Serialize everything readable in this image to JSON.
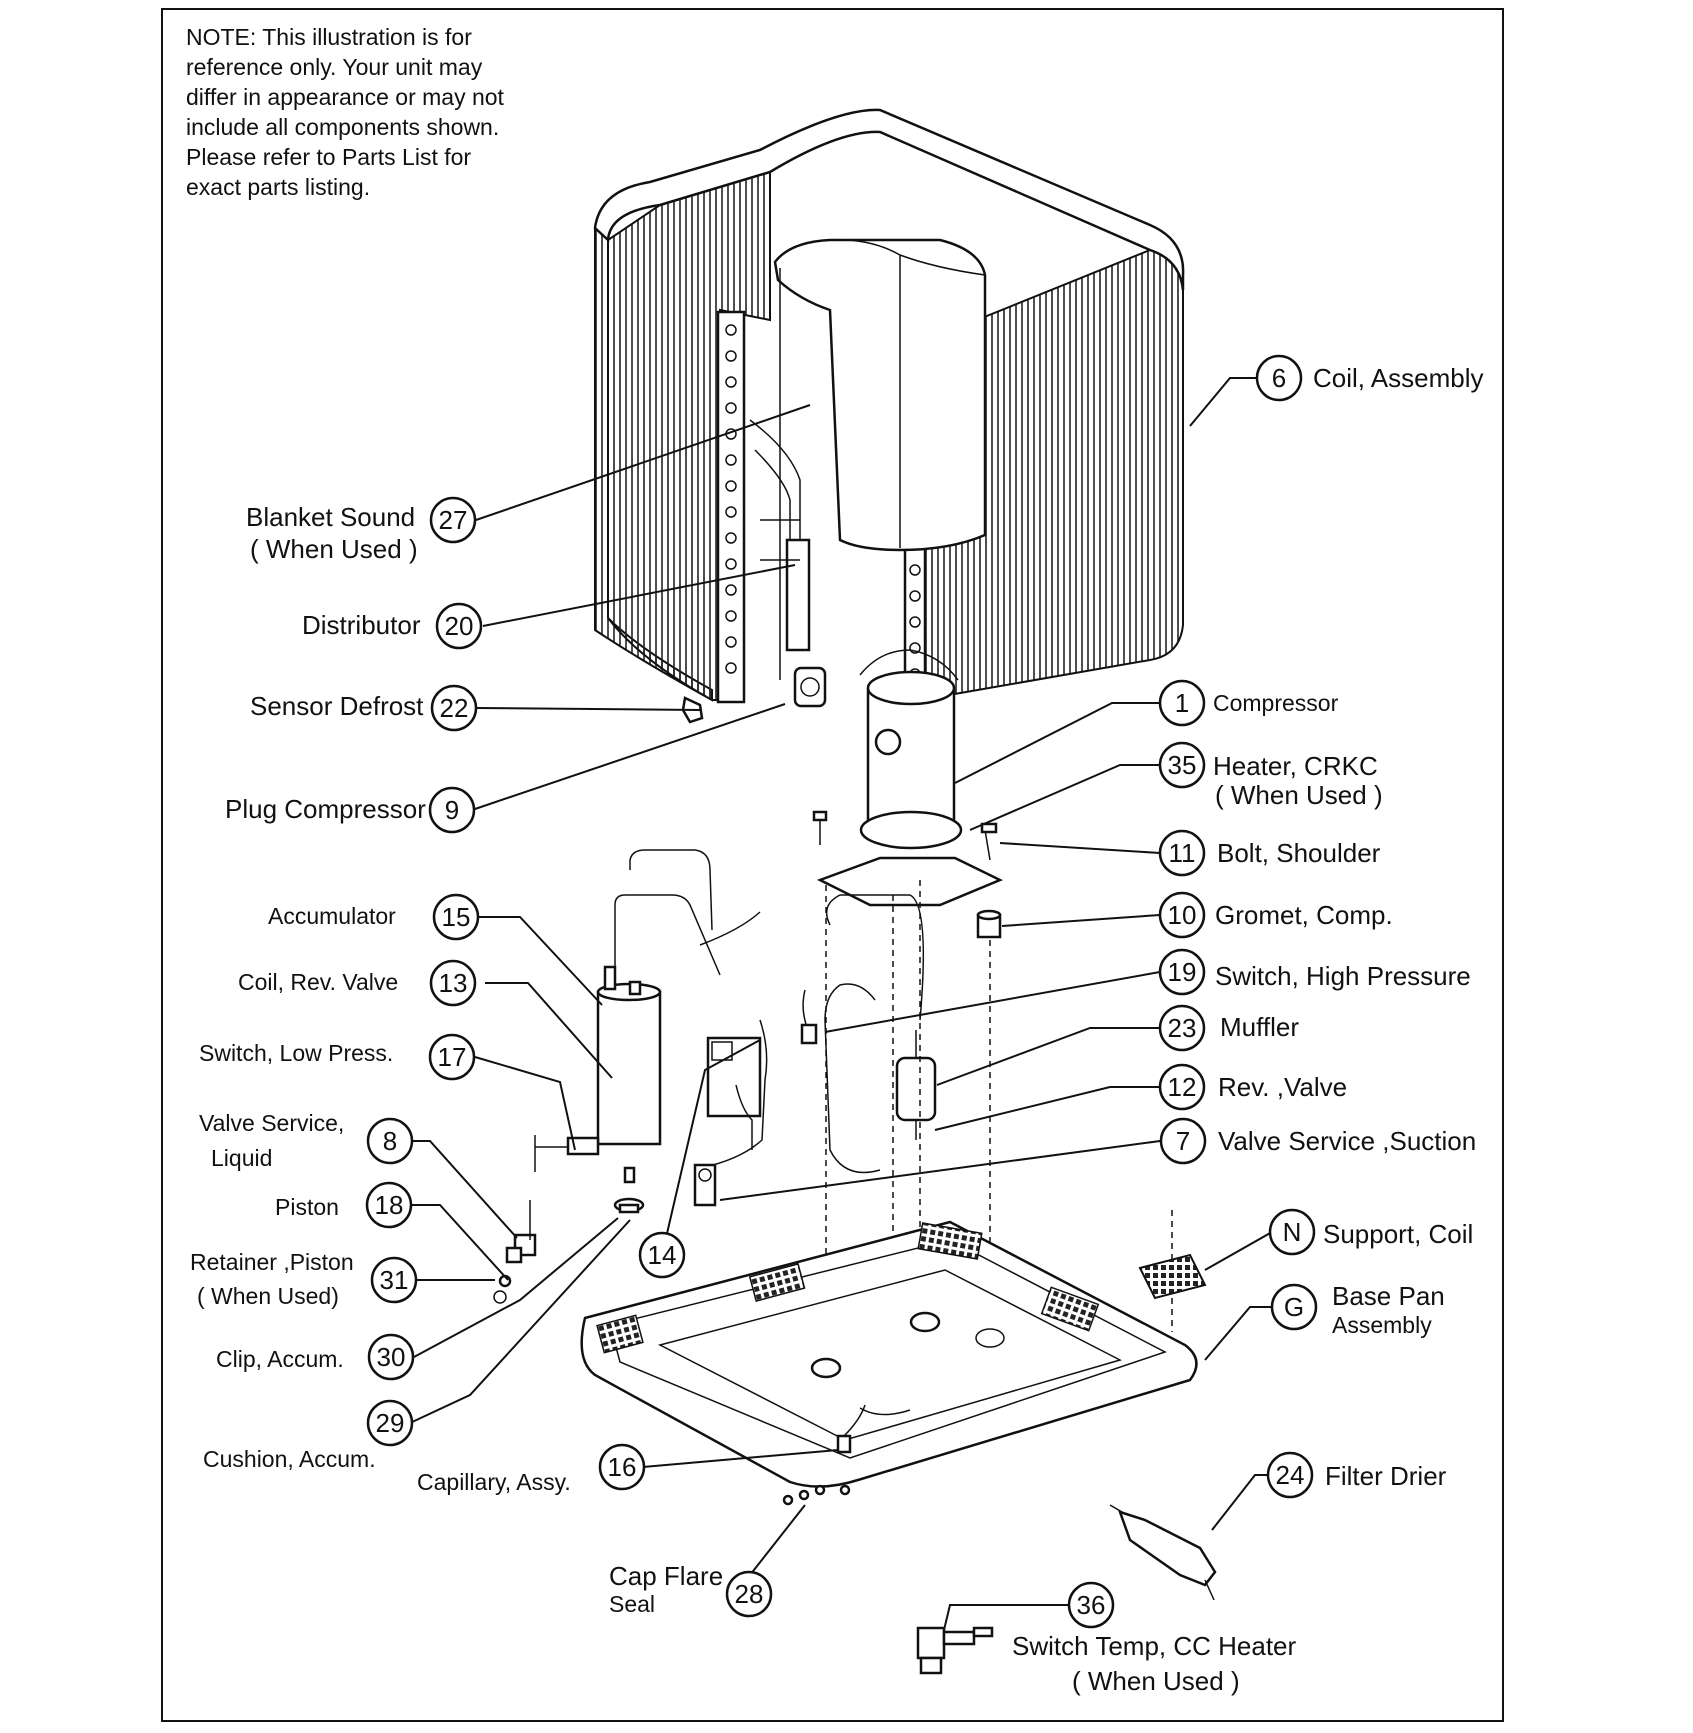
{
  "note": "NOTE: This illustration is for\n reference only.  Your unit may\ndiffer in appearance or may not\ninclude all components shown.\nPlease refer to Parts List for\nexact parts listing.",
  "callouts": {
    "c6": {
      "num": "6",
      "label": "Coil, Assembly"
    },
    "c27": {
      "num": "27",
      "label": "Blanket Sound",
      "label2": "( When Used )"
    },
    "c20": {
      "num": "20",
      "label": "Distributor"
    },
    "c22": {
      "num": "22",
      "label": "Sensor Defrost"
    },
    "c9": {
      "num": "9",
      "label": "Plug Compressor"
    },
    "c1": {
      "num": "1",
      "label": "Compressor"
    },
    "c35": {
      "num": "35",
      "label": "Heater, CRKC",
      "label2": "( When Used )"
    },
    "c11": {
      "num": "11",
      "label": "Bolt, Shoulder"
    },
    "c10": {
      "num": "10",
      "label": "Gromet, Comp."
    },
    "c19": {
      "num": "19",
      "label": "Switch, High Pressure"
    },
    "c23": {
      "num": "23",
      "label": "Muffler"
    },
    "c12": {
      "num": "12",
      "label": "Rev. ,Valve"
    },
    "c7": {
      "num": "7",
      "label": "Valve Service ,Suction"
    },
    "c15": {
      "num": "15",
      "label": "Accumulator"
    },
    "c13": {
      "num": "13",
      "label": "Coil, Rev. Valve"
    },
    "c17": {
      "num": "17",
      "label": "Switch, Low Press."
    },
    "c8": {
      "num": "8",
      "label": "Valve Service,",
      "label2": "Liquid"
    },
    "c18": {
      "num": "18",
      "label": "Piston"
    },
    "c31": {
      "num": "31",
      "label": "Retainer ,Piston",
      "label2": "( When Used)"
    },
    "c30": {
      "num": "30",
      "label": "Clip, Accum."
    },
    "c29": {
      "num": "29",
      "label": "Cushion, Accum."
    },
    "c14": {
      "num": "14"
    },
    "c16": {
      "num": "16",
      "label": "Capillary, Assy."
    },
    "c28": {
      "num": "28",
      "label": "Cap Flare",
      "label2": "Seal"
    },
    "cN": {
      "num": "N",
      "label": "Support, Coil"
    },
    "cG": {
      "num": "G",
      "label": "Base Pan",
      "label2": "Assembly"
    },
    "c24": {
      "num": "24",
      "label": "Filter Drier"
    },
    "c36": {
      "num": "36",
      "label": "Switch Temp, CC Heater",
      "label2": "( When Used )"
    }
  }
}
